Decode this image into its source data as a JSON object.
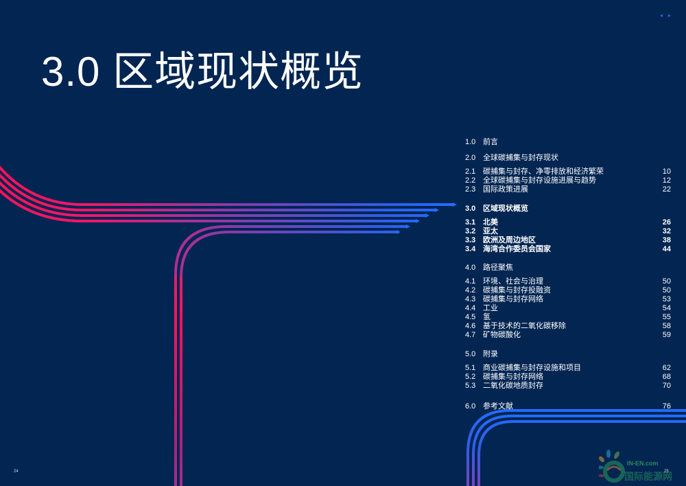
{
  "page": {
    "title": "3.0 区域现状概览",
    "left_page_number": "24",
    "right_page_number": "25",
    "colors": {
      "background": "#022552",
      "line_pink": "#ff1258",
      "line_purple": "#8a3aa8",
      "line_blue": "#1f6fff"
    }
  },
  "nav": {
    "prev_icon": "◂",
    "next_icon": "▸"
  },
  "toc": {
    "sections": [
      {
        "number": "1.0",
        "label": "前言",
        "active": false,
        "items": []
      },
      {
        "number": "2.0",
        "label": "全球碳捕集与封存现状",
        "active": false,
        "items": [
          {
            "number": "2.1",
            "label": "碳捕集与封存、净零排放和经济繁荣",
            "page": "10"
          },
          {
            "number": "2.2",
            "label": "全球碳捕集与封存设施进展与趋势",
            "page": "12"
          },
          {
            "number": "2.3",
            "label": "国际政策进展",
            "page": "22"
          }
        ]
      },
      {
        "number": "3.0",
        "label": "区域现状概览",
        "active": true,
        "items": [
          {
            "number": "3.1",
            "label": "北美",
            "page": "26"
          },
          {
            "number": "3.2",
            "label": "亚太",
            "page": "32"
          },
          {
            "number": "3.3",
            "label": "欧洲及周边地区",
            "page": "38"
          },
          {
            "number": "3.4",
            "label": "海湾合作委员会国家",
            "page": "44"
          }
        ]
      },
      {
        "number": "4.0",
        "label": "路径聚焦",
        "active": false,
        "items": [
          {
            "number": "4.1",
            "label": "环境、社会与治理",
            "page": "50"
          },
          {
            "number": "4.2",
            "label": "碳捕集与封存投融资",
            "page": "50"
          },
          {
            "number": "4.3",
            "label": "碳捕集与封存网络",
            "page": "53"
          },
          {
            "number": "4.4",
            "label": "工业",
            "page": "54"
          },
          {
            "number": "4.5",
            "label": "氢",
            "page": "55"
          },
          {
            "number": "4.6",
            "label": "基于技术的二氧化碳移除",
            "page": "58"
          },
          {
            "number": "4.7",
            "label": "矿物碳酸化",
            "page": "59"
          }
        ]
      },
      {
        "number": "5.0",
        "label": "附录",
        "active": false,
        "items": [
          {
            "number": "5.1",
            "label": "商业碳捕集与封存设施和项目",
            "page": "62"
          },
          {
            "number": "5.2",
            "label": "碳捕集与封存网络",
            "page": "68"
          },
          {
            "number": "5.3",
            "label": "二氧化碳地质封存",
            "page": "70"
          }
        ]
      },
      {
        "number": "6.0",
        "label": "参考文献",
        "page": "76",
        "active": false,
        "items": []
      }
    ]
  },
  "watermark": {
    "line1": "IN-EN.com",
    "line2": "国际能源网"
  }
}
